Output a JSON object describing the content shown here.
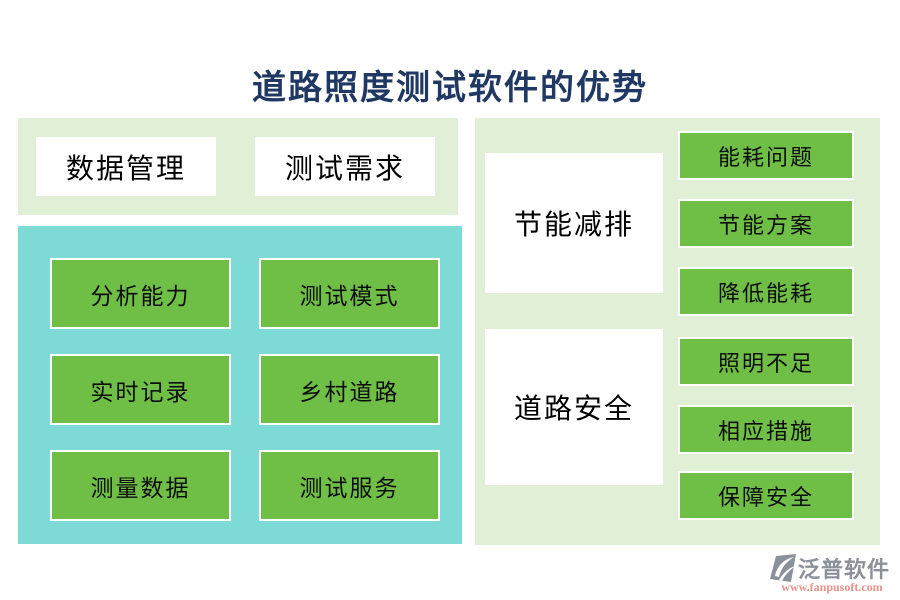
{
  "title": "道路照度测试软件的优势",
  "left": {
    "top_items": [
      {
        "label": "数据管理"
      },
      {
        "label": "测试需求"
      }
    ],
    "grid_items": [
      "分析能力",
      "测试模式",
      "实时记录",
      "乡村道路",
      "测量数据",
      "测试服务"
    ]
  },
  "right": {
    "groups": [
      {
        "label": "节能减排",
        "items": [
          "能耗问题",
          "节能方案",
          "降低能耗"
        ]
      },
      {
        "label": "道路安全",
        "items": [
          "照明不足",
          "相应措施",
          "保障安全"
        ]
      }
    ]
  },
  "logo": {
    "name": "泛普软件",
    "url": "www.fanpusoft.com"
  },
  "colors": {
    "panel_light_green": "#e1efd6",
    "panel_teal": "#7edad6",
    "box_green": "#6fbe45",
    "title_navy": "#1f3864",
    "logo_gray": "#8b919b",
    "url_salmon": "#e9938a"
  }
}
